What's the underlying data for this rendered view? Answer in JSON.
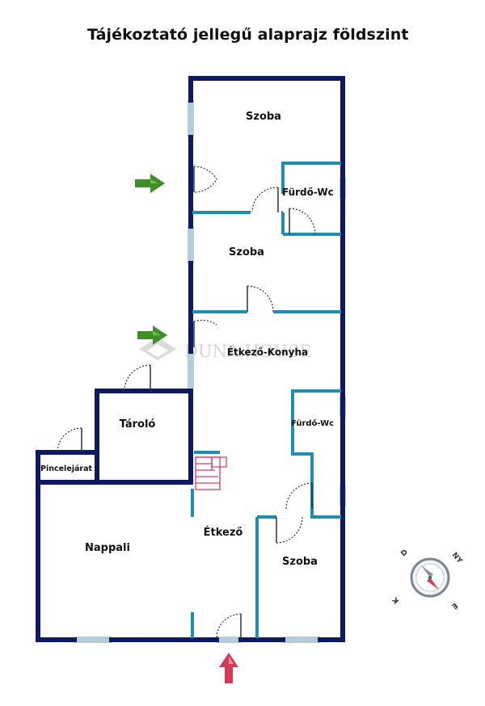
{
  "title": "Tájékoztató jellegű alaprajz földszint",
  "rooms": {
    "szoba_1": "Szoba",
    "furdo_1": "Fürdő-Wc",
    "szoba_2": "Szoba",
    "etkezo_konyha": "Étkező-Konyha",
    "tarolo": "Tároló",
    "furdo_2": "Fürdő-Wc",
    "pincelejarat": "Pincelejárat",
    "etkezo": "Étkező",
    "nappali": "Nappali",
    "szoba_3": "Szoba"
  },
  "watermark": "DUNA HOUSE",
  "compass": {
    "letters": [
      "D",
      "NY",
      "K",
      "É"
    ]
  },
  "colors": {
    "outer_wall": "#0d1a63",
    "inner_wall": "#1f8fb0",
    "window": "#b5cdd8",
    "entry_arrow": "#d23a5a",
    "side_arrow": "#3f8e2a",
    "compass_needle": "#d8394e"
  }
}
